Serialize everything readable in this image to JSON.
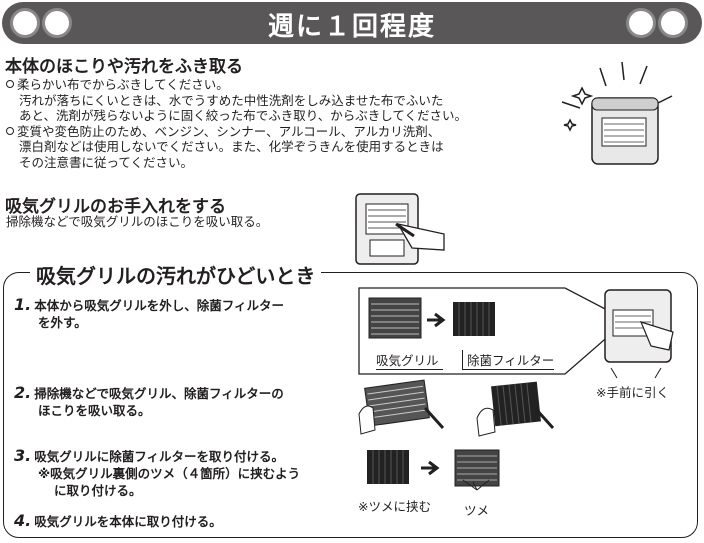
{
  "banner": {
    "title": "週に１回程度"
  },
  "section1": {
    "heading": "本体のほこりや汚れをふき取る",
    "lines": [
      "柔らかい布でからぶきしてください。",
      "汚れが落ちにくいときは、水でうすめた中性洗剤をしみ込ませた布でふいた",
      "あと、洗剤が残らないように固く絞った布でふき取り、からぶきしてください。",
      "変質や変色防止のため、ベンジン、シンナー、アルコール、アルカリ洗剤、",
      "漂白剤などは使用しないでください。また、化学ぞうきんを使用するときは",
      "その注意書に従ってください。"
    ]
  },
  "section2": {
    "heading": "吸気グリルのお手入れをする",
    "text": "掃除機などで吸気グリルのほこりを吸い取る。"
  },
  "box": {
    "title": "吸気グリルの汚れがひどいとき",
    "steps": [
      {
        "num": "1.",
        "lines": [
          "本体から吸気グリルを外し、除菌フィルター",
          "を外す。"
        ]
      },
      {
        "num": "2.",
        "lines": [
          "掃除機などで吸気グリル、除菌フィルターの",
          "ほこりを吸い取る。"
        ]
      },
      {
        "num": "3.",
        "lines": [
          "吸気グリルに除菌フィルターを取り付ける。",
          "※吸気グリル裏側のツメ（４箇所）に挟むよう",
          "に取り付ける。"
        ]
      },
      {
        "num": "4.",
        "lines": [
          "吸気グリルを本体に取り付ける。"
        ]
      }
    ],
    "labels": {
      "grille": "吸気グリル",
      "filter": "除菌フィルター",
      "pull_forward": "※手前に引く",
      "clip_note": "※ツメに挟む",
      "clip": "ツメ"
    }
  }
}
